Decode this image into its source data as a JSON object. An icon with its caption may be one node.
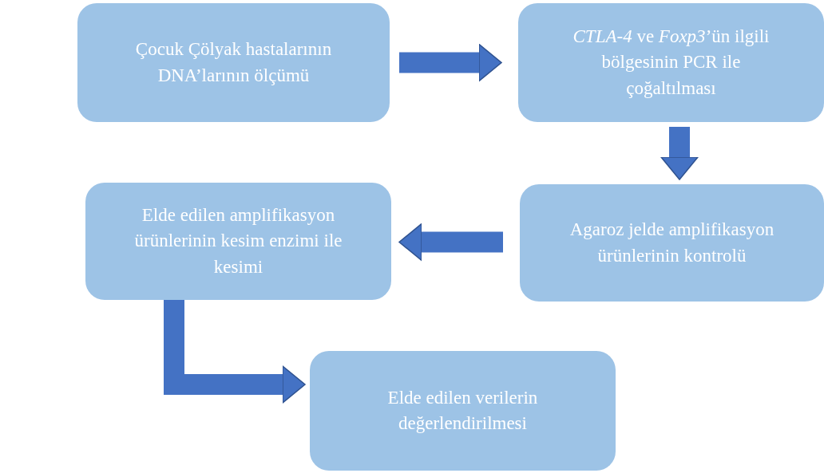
{
  "diagram": {
    "nodes": [
      {
        "text": [
          "Çocuk Çölyak hastalarının DNA’larının ölçümü"
        ]
      },
      {
        "text": [
          "*CTLA-4* ve *Foxp3*’ün ilgili bölgesinin PCR ile çoğaltılması"
        ]
      },
      {
        "text": [
          "Agaroz jelde amplifikasyon ürünlerinin kontrolü"
        ]
      },
      {
        "text": [
          "Elde edilen amplifikasyon ürünlerinin kesim enzimi ile kesimi"
        ]
      },
      {
        "text": [
          "Elde edilen verilerin değerlendirilmesi"
        ]
      }
    ],
    "edges": [
      {
        "from": 0,
        "to": 1,
        "arrow": "to"
      },
      {
        "from": 1,
        "to": 2,
        "arrow": "to"
      },
      {
        "from": 2,
        "to": 3,
        "arrow": "to"
      },
      {
        "from": 3,
        "to": 4,
        "arrow": "to"
      }
    ]
  }
}
